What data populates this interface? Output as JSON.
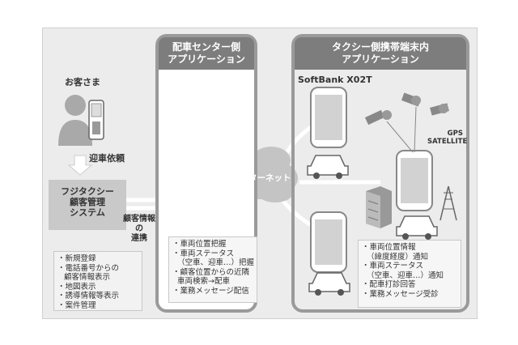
{
  "center_panel": {
    "title_line1": "配車センター側",
    "title_line2": "アプリケーション",
    "features": [
      "・車両位置把握",
      "・車両ステータス",
      "（空車、迎車…）把握",
      "・顧客位置からの近隣",
      "車両検索→配車",
      "・業務メッセージ配信"
    ]
  },
  "taxi_panel": {
    "title_line1": "タクシー側携帯端末内",
    "title_line2": "アプリケーション",
    "device_label": "SoftBank X02T",
    "features": [
      "・車両位置情報",
      "（緯度経度）通知",
      "・車両ステータス",
      "（空車、迎車…）通知",
      "・配車打診回答",
      "・業務メッセージ受診"
    ]
  },
  "left": {
    "customer_label": "お客さま",
    "request_label": "迎車依頼",
    "system_box": [
      "フジタクシー",
      "顧客管理",
      "システム"
    ],
    "link_label": [
      "顧客情報",
      "の",
      "連携"
    ],
    "features": [
      "・新規登録",
      "・電話番号からの",
      "顧客情報表示",
      "・地図表示",
      "・誘導情報等表示",
      "・案件管理"
    ]
  },
  "network": {
    "internet_label": "インターネット"
  },
  "gps": {
    "line1": "GPS",
    "line2": "SATELLITE"
  },
  "colors": {
    "panel_border": "#9a9a9a",
    "panel_header": "#7d7d7d",
    "icon_gray": "#a9a9a9",
    "background": "#ececec"
  }
}
